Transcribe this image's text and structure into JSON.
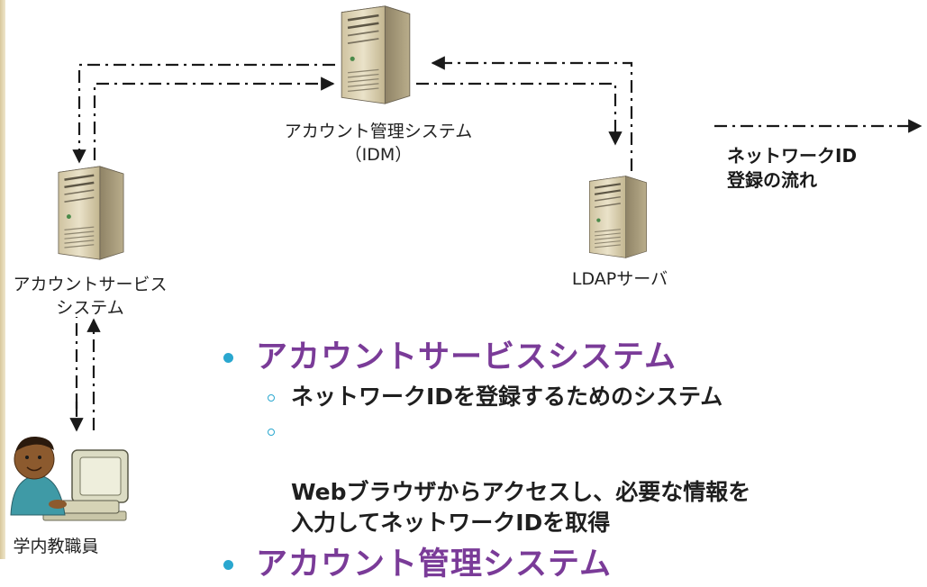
{
  "nodes": {
    "idm": {
      "name": "アカウント管理システム",
      "sub": "（IDM）"
    },
    "account_service": {
      "line1": "アカウントサービス",
      "line2": "システム"
    },
    "ldap": {
      "name": "LDAPサーバ"
    },
    "user": {
      "name": "学内教職員"
    }
  },
  "legend": {
    "line1": "ネットワークID",
    "line2": "登録の流れ"
  },
  "bullets": [
    {
      "title": "アカウントサービスシステム",
      "items": [
        "ネットワークIDを登録するためのシステム",
        "Webブラウザからアクセスし、必要な情報を\n入力してネットワークIDを取得"
      ]
    },
    {
      "title": "アカウント管理システム",
      "items": []
    }
  ],
  "colors": {
    "title": "#7a3b98",
    "bullet": "#2aa7cf",
    "arrow": "#1a1a1a"
  }
}
